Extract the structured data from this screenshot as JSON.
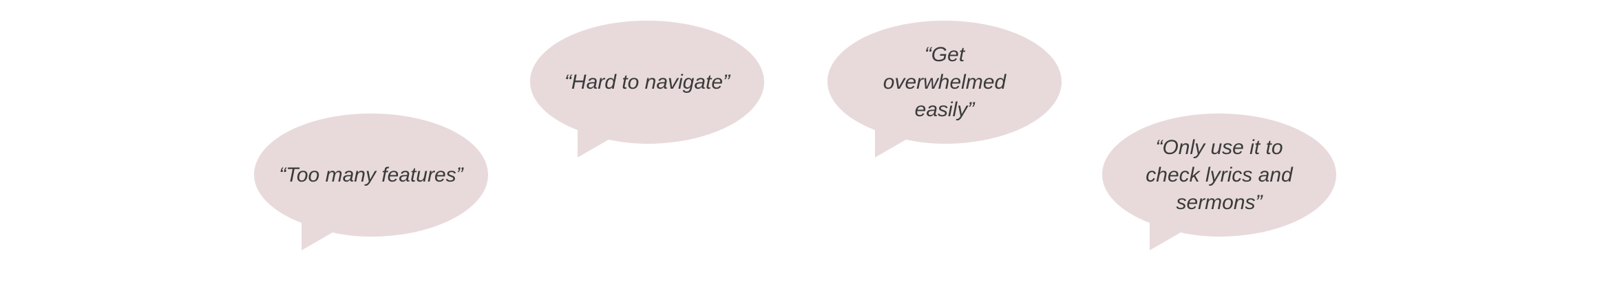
{
  "quotes": [
    {
      "text": "“Too many features”"
    },
    {
      "text": "“Hard to navigate”"
    },
    {
      "text": "“Get overwhelmed easily”"
    },
    {
      "text": "“Only use it to check lyrics and sermons”"
    }
  ],
  "colors": {
    "bubble_fill": "#e8dadb",
    "text": "#3a3a3a",
    "background": "#ffffff"
  }
}
